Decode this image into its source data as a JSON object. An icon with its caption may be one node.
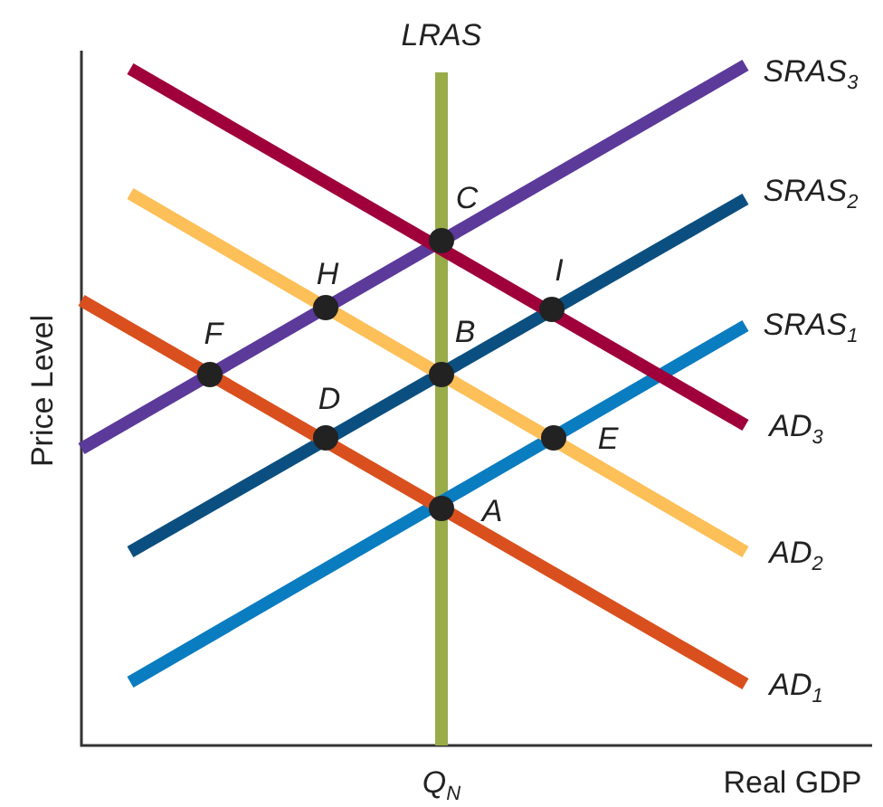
{
  "diagram": {
    "labels": [
      "LRAS",
      "SRAS$_{3}$",
      "C",
      "SRAS$_{2}$",
      "H",
      "I",
      "F",
      "B",
      "SRAS$_{1}$",
      "Price Level",
      "D",
      "E",
      "AD$_{3}$",
      "A",
      "AD$_{2}$",
      "AD$_{1}$",
      "Q$_{N}$",
      "Real GDP"
    ]
  }
}
